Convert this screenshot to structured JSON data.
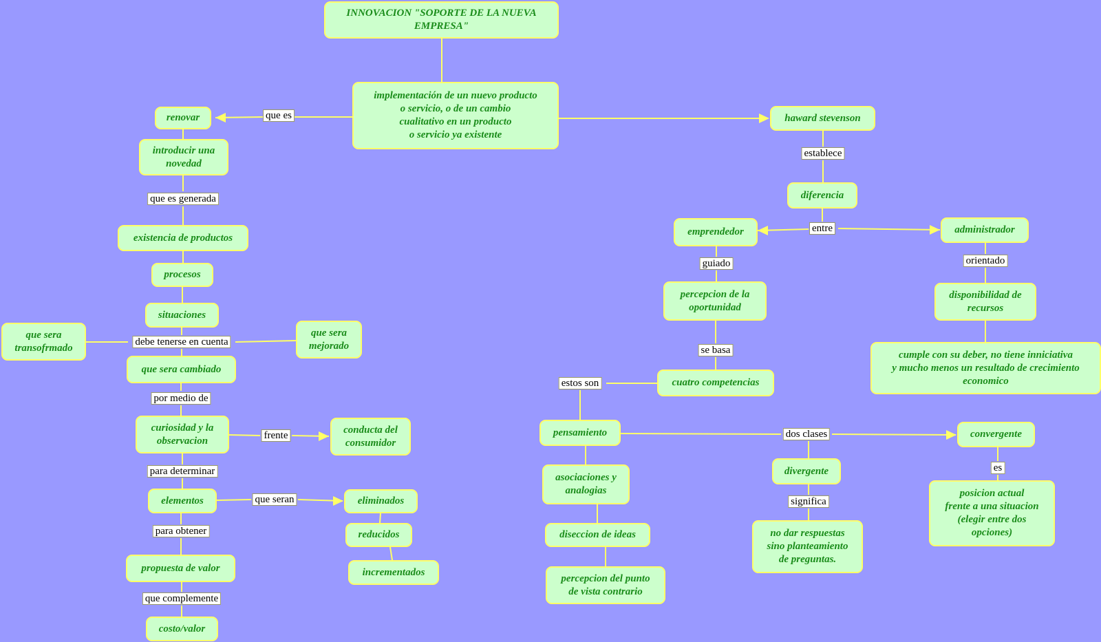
{
  "colors": {
    "background": "#9999ff",
    "node_fill": "#ccffcc",
    "node_border": "#ffff66",
    "node_text": "#1a8c1a",
    "edge": "#ffff66"
  },
  "nodes": {
    "title": "INNOVACION \"SOPORTE DE LA NUEVA\nEMPRESA\"",
    "definition": "implementación de un nuevo producto\no servicio, o de un cambio\ncualitativo en un producto\no servicio ya existente",
    "renovar": "renovar",
    "introducir": "introducir una\nnovedad",
    "existencia": "existencia de productos",
    "procesos": "procesos",
    "situaciones": "situaciones",
    "transformado": "que sera\ntransofrmado",
    "mejorado": "que sera\nmejorado",
    "cambiado": "que sera cambiado",
    "curiosidad": "curiosidad y la\nobservacion",
    "conducta": "conducta del\nconsumidor",
    "elementos": "elementos",
    "eliminados": "eliminados",
    "reducidos": "reducidos",
    "incrementados": "incrementados",
    "propuesta": "propuesta de valor",
    "costo": "costo/valor",
    "haward": "haward stevenson",
    "diferencia": "diferencia",
    "emprendedor": "emprendedor",
    "administrador": "administrador",
    "percepcion_oport": "percepcion de la\noportunidad",
    "disponibilidad": "disponibilidad de\nrecursos",
    "cumple": "cumple con su deber, no tiene inniciativa\ny mucho menos un resultado de crecimiento\neconomico",
    "cuatro": "cuatro competencias",
    "pensamiento": "pensamiento",
    "convergente": "convergente",
    "divergente": "divergente",
    "posicion": "posicion actual\nfrente a una situacion\n(elegir entre dos\nopciones)",
    "asociaciones": "asociaciones y\nanalogias",
    "diseccion": "diseccion de ideas",
    "percepcion_punto": "percepcion del punto\nde vista contrario",
    "no_dar": "no dar respuestas\nsino planteamiento\nde preguntas."
  },
  "labels": {
    "que_es": "que es",
    "que_es_generada": "que es generada",
    "debe_tenerse": "debe tenerse en cuenta",
    "por_medio": "por medio de",
    "frente": "frente",
    "para_determinar": "para determinar",
    "que_seran": "que seran",
    "para_obtener": "para obtener",
    "que_complemente": "que complemente",
    "establece": "establece",
    "entre": "entre",
    "guiado": "guiado",
    "orientado": "orientado",
    "se_basa": "se basa",
    "estos_son": "estos son",
    "dos_clases": "dos clases",
    "es": "es",
    "significa": "significa"
  }
}
